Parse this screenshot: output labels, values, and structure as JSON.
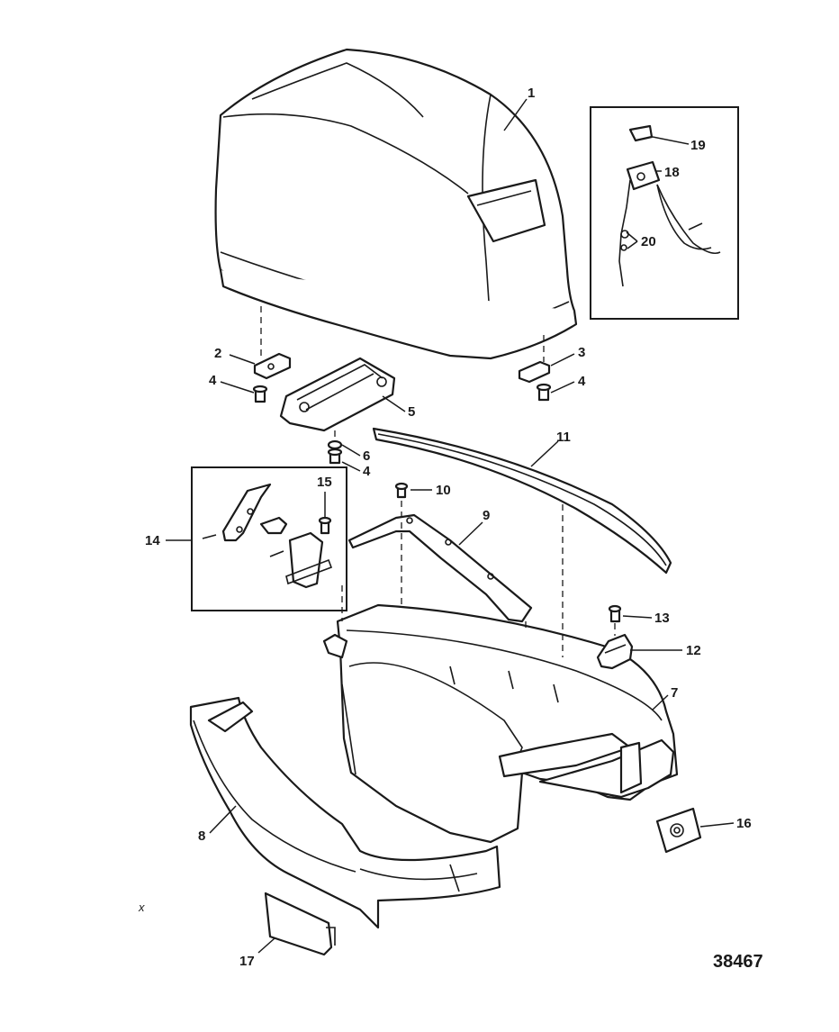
{
  "diagram": {
    "figure_number": "38467",
    "callouts": {
      "c1": "1",
      "c2": "2",
      "c3": "3",
      "c4a": "4",
      "c4b": "4",
      "c4c": "4",
      "c5": "5",
      "c6": "6",
      "c7": "7",
      "c8": "8",
      "c9": "9",
      "c10": "10",
      "c11": "11",
      "c12": "12",
      "c13": "13",
      "c14": "14",
      "c15": "15",
      "c16": "16",
      "c17": "17",
      "c18": "18",
      "c19": "19",
      "c20": "20"
    },
    "margin_mark": "x"
  }
}
